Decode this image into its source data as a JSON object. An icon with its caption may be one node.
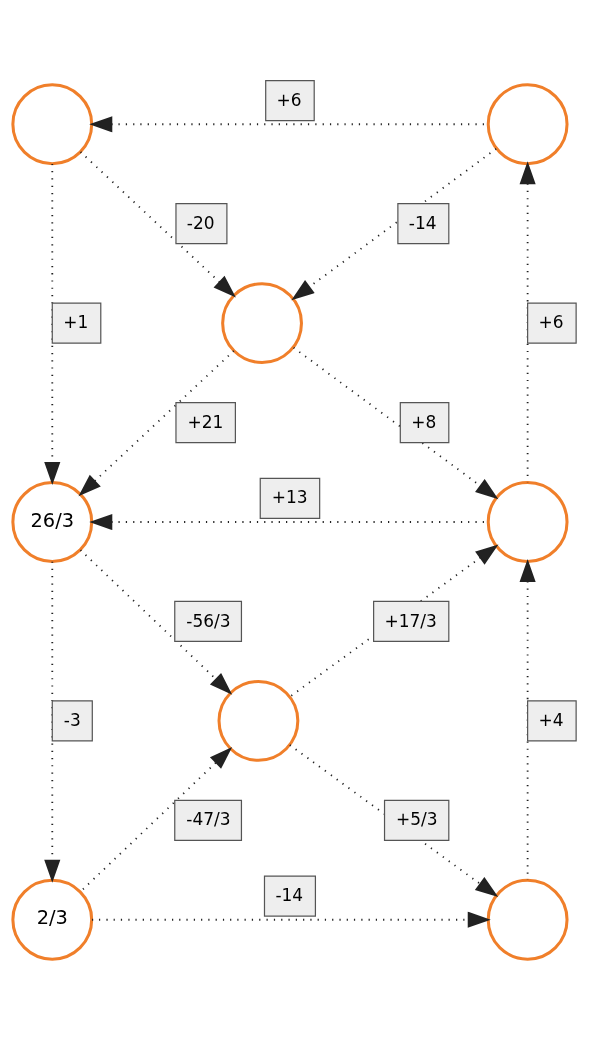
{
  "diagram": {
    "nodes": [
      {
        "text": [],
        "shape": "circle"
      },
      {
        "text": [],
        "shape": "circle"
      },
      {
        "text": [],
        "shape": "circle"
      },
      {
        "text": [
          "26/3"
        ]
      },
      {
        "text": [],
        "shape": "circle"
      },
      {
        "text": [],
        "shape": "circle"
      },
      {
        "text": [
          "2/3"
        ]
      },
      {
        "text": [],
        "shape": "circle"
      }
    ],
    "edges": [
      {
        "from": 1,
        "to": 0,
        "arrow": "to",
        "label": "+6"
      },
      {
        "from": 0,
        "to": 3,
        "arrow": "to",
        "label": "+1"
      },
      {
        "from": 0,
        "to": 2,
        "arrow": "to",
        "label": "-20"
      },
      {
        "from": 1,
        "to": 2,
        "arrow": "to",
        "label": "-14"
      },
      {
        "from": 2,
        "to": 3,
        "arrow": "to",
        "label": "+21"
      },
      {
        "from": 2,
        "to": 4,
        "arrow": "to",
        "label": "+8"
      },
      {
        "from": 4,
        "to": 1,
        "arrow": "to",
        "label": "+6"
      },
      {
        "from": 4,
        "to": 3,
        "arrow": "to",
        "label": "+13"
      },
      {
        "from": 3,
        "to": 6,
        "arrow": "to",
        "label": "-3"
      },
      {
        "from": 3,
        "to": 5,
        "arrow": "to",
        "label": "-56/3"
      },
      {
        "from": 5,
        "to": 4,
        "arrow": "to",
        "label": "+17/3"
      },
      {
        "from": 5,
        "to": 7,
        "arrow": "to",
        "label": "+5/3"
      },
      {
        "from": 7,
        "to": 4,
        "arrow": "to",
        "label": "+4"
      },
      {
        "from": 6,
        "to": 5,
        "arrow": "to",
        "label": "-47/3"
      },
      {
        "from": 6,
        "to": 7,
        "arrow": "to",
        "label": "-14"
      }
    ]
  }
}
